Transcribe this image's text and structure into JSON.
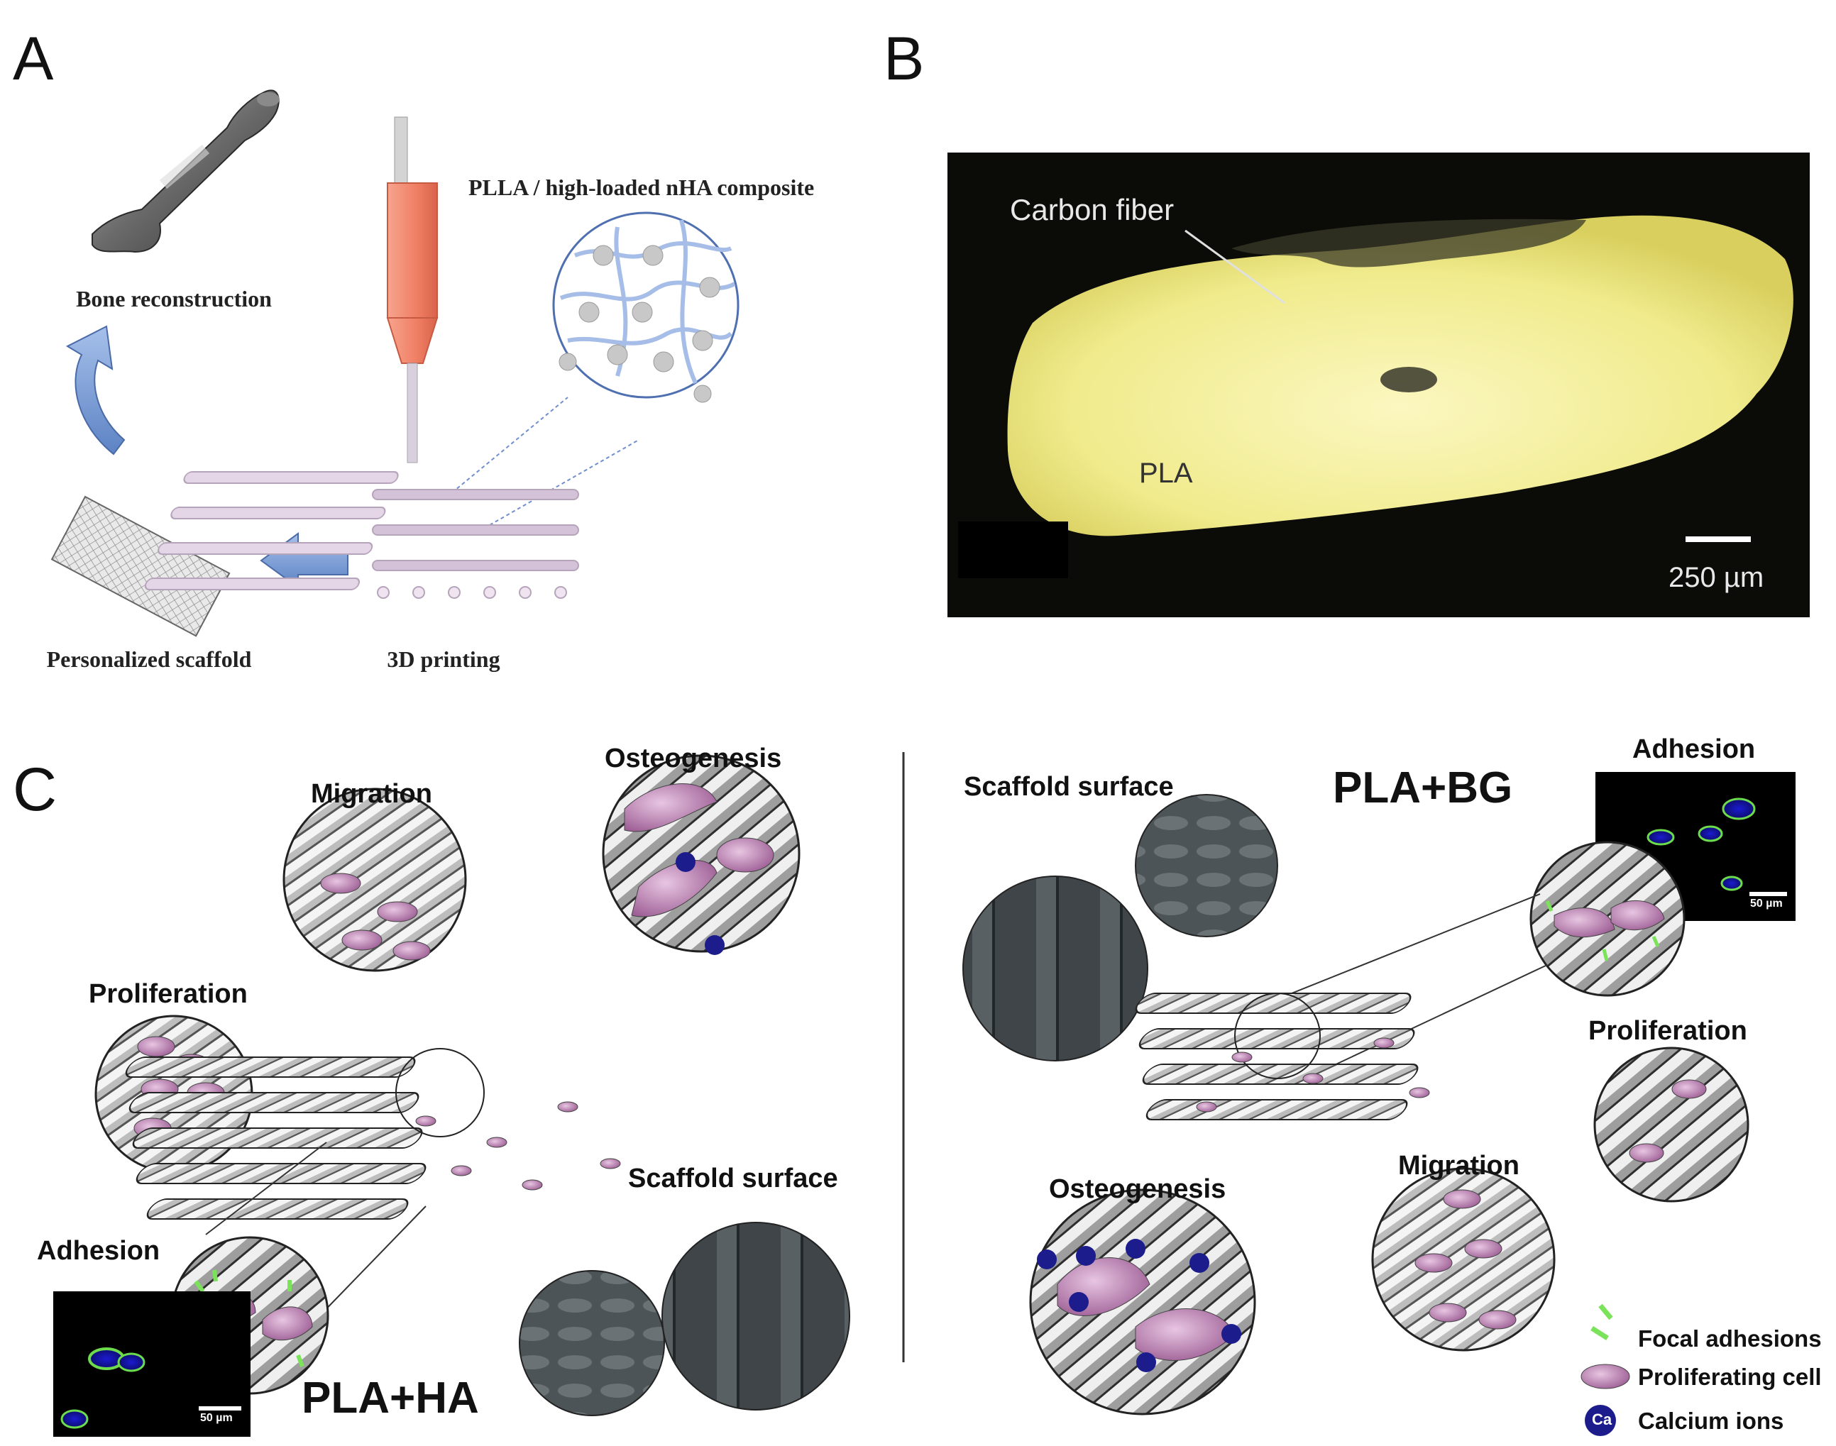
{
  "panels": {
    "a": {
      "letter": "A",
      "nozzle_label": "PLLA / high-loaded nHA composite",
      "bone_label": "Bone reconstruction",
      "scaffold_label": "Personalized scaffold",
      "printing_label": "3D printing"
    },
    "b": {
      "letter": "B",
      "fiber_label": "Carbon fiber",
      "matrix_label": "PLA",
      "scale_label": "250 µm"
    },
    "c": {
      "letter": "C",
      "left": {
        "title": "PLA+HA",
        "migration": "Migration",
        "osteogenesis": "Osteogenesis",
        "proliferation": "Proliferation",
        "adhesion": "Adhesion",
        "surface": "Scaffold surface",
        "scale": "50 µm"
      },
      "right": {
        "title": "PLA+BG",
        "surface": "Scaffold surface",
        "adhesion": "Adhesion",
        "proliferation": "Proliferation",
        "migration": "Migration",
        "osteogenesis": "Osteogenesis",
        "scale": "50 µm"
      },
      "legend": {
        "focal": "Focal adhesions",
        "cell": "Proliferating cell",
        "calcium": "Calcium ions",
        "calcium_symbol": "Ca"
      }
    }
  },
  "colors": {
    "nozzle": "#f08a72",
    "arrow": "#7e9fd6",
    "scaffold": "#d9c8dc",
    "micrograph_bg": "#0b0b08",
    "pla_yellow": "#f3ee9a",
    "cell": "#b070a8",
    "calcium": "#1c1c8c",
    "focal": "#7be35a",
    "divider": "#333333"
  },
  "icons": [
    "bone-icon",
    "nozzle-icon",
    "cycle-arrow-icon",
    "right-arrow-icon",
    "lattice-scaffold-icon",
    "calcium-ion-icon",
    "proliferating-cell-icon",
    "focal-adhesion-icon"
  ]
}
